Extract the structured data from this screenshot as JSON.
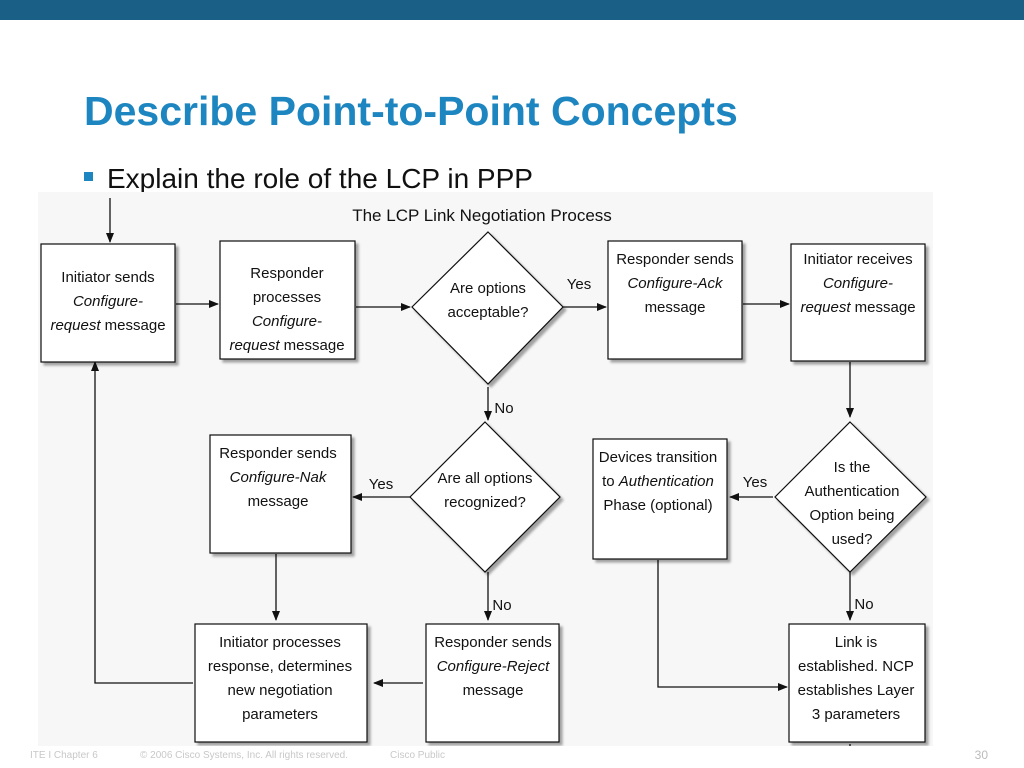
{
  "slide": {
    "title": "Describe Point-to-Point Concepts",
    "bullet": "Explain the role of the LCP in PPP",
    "footer_left": "ITE I Chapter 6",
    "footer_copyright": "© 2006 Cisco Systems, Inc. All rights reserved.",
    "footer_public": "Cisco Public",
    "page_number": "30"
  },
  "colors": {
    "top_bar": "#1a5f86",
    "title": "#1d85bf",
    "figure_bg": "#f7f7f7"
  },
  "diagram": {
    "title": "The LCP Link Negotiation Process",
    "nodes": {
      "init_send": [
        [
          {
            "t": "Initiator sends"
          }
        ],
        [
          {
            "t": "Configure-",
            "i": true
          }
        ],
        [
          {
            "t": "request",
            "i": true
          },
          {
            "t": " message"
          }
        ]
      ],
      "resp_process": [
        [
          {
            "t": "Responder"
          }
        ],
        [
          {
            "t": "processes"
          }
        ],
        [
          {
            "t": "Configure-",
            "i": true
          }
        ],
        [
          {
            "t": "request",
            "i": true
          },
          {
            "t": " message"
          }
        ]
      ],
      "options_acceptable": [
        [
          {
            "t": "Are options"
          }
        ],
        [
          {
            "t": "acceptable?"
          }
        ]
      ],
      "resp_ack": [
        [
          {
            "t": "Responder sends"
          }
        ],
        [
          {
            "t": "Configure-Ack",
            "i": true
          }
        ],
        [
          {
            "t": "message"
          }
        ]
      ],
      "init_receive": [
        [
          {
            "t": "Initiator receives"
          }
        ],
        [
          {
            "t": "Configure-",
            "i": true
          }
        ],
        [
          {
            "t": "request",
            "i": true
          },
          {
            "t": " message"
          }
        ]
      ],
      "resp_nak": [
        [
          {
            "t": "Responder sends"
          }
        ],
        [
          {
            "t": "Configure-Nak",
            "i": true
          }
        ],
        [
          {
            "t": "message"
          }
        ]
      ],
      "options_recognized": [
        [
          {
            "t": "Are all options"
          }
        ],
        [
          {
            "t": "recognized?"
          }
        ]
      ],
      "devices_auth": [
        [
          {
            "t": "Devices transition"
          }
        ],
        [
          {
            "t": "to "
          },
          {
            "t": "Authentication",
            "i": true
          }
        ],
        [
          {
            "t": "Phase (optional)"
          }
        ]
      ],
      "auth_used": [
        [
          {
            "t": "Is the"
          }
        ],
        [
          {
            "t": "Authentication"
          }
        ],
        [
          {
            "t": "Option being"
          }
        ],
        [
          {
            "t": "used?"
          }
        ]
      ],
      "init_process_resp": [
        [
          {
            "t": "Initiator processes"
          }
        ],
        [
          {
            "t": "response, determines"
          }
        ],
        [
          {
            "t": "new negotiation"
          }
        ],
        [
          {
            "t": "parameters"
          }
        ]
      ],
      "resp_reject": [
        [
          {
            "t": "Responder sends"
          }
        ],
        [
          {
            "t": "Configure-Reject",
            "i": true
          }
        ],
        [
          {
            "t": "message"
          }
        ]
      ],
      "link_established": [
        [
          {
            "t": "Link is"
          }
        ],
        [
          {
            "t": "established. NCP"
          }
        ],
        [
          {
            "t": "establishes Layer"
          }
        ],
        [
          {
            "t": "3 parameters"
          }
        ]
      ]
    },
    "edge_labels": {
      "yes_acceptable": "Yes",
      "no_acceptable": "No",
      "yes_recognized": "Yes",
      "no_recognized": "No",
      "yes_auth": "Yes",
      "no_auth": "No"
    }
  }
}
